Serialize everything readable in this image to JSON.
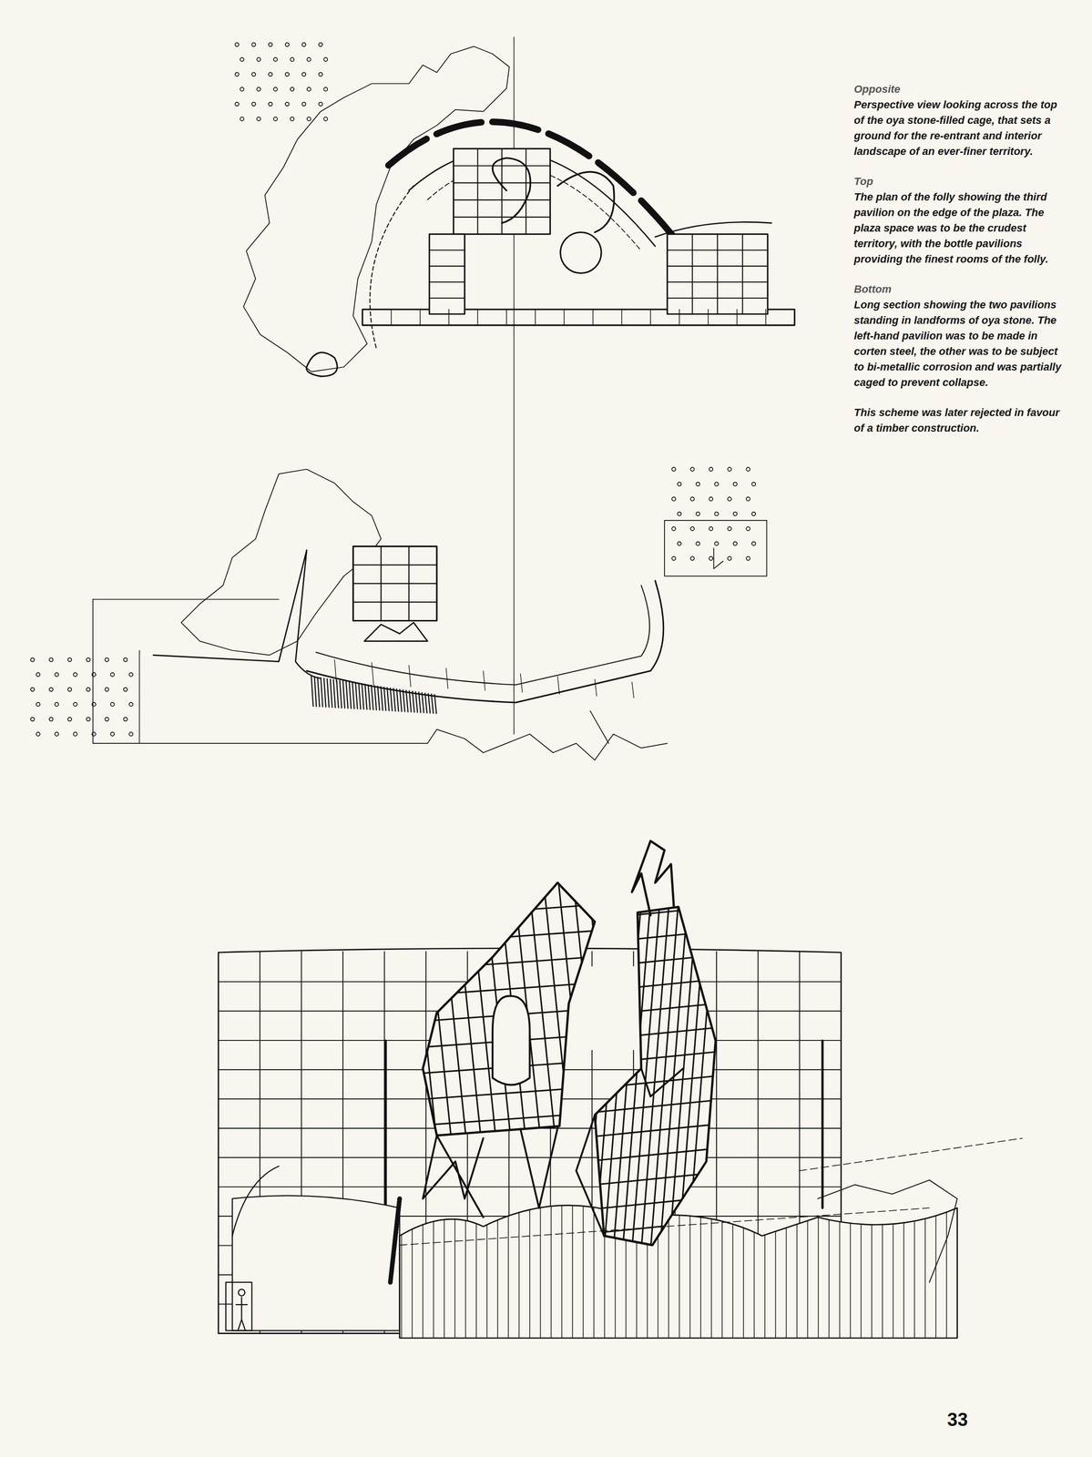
{
  "diagram": {
    "labels": [
      "Opposite",
      "Perspective view looking across the top of the oya stone-filled cage, that sets a ground for the re-entrant and interior landscape of an ever-finer territory.",
      "Top",
      "The plan of the folly showing the third pavilion on the edge of the plaza. The plaza space was to be the crudest territory, with the bottle pavilions providing the finest rooms of the folly.",
      "Bottom",
      "Long section showing the two pavilions standing in landforms of oya stone. The left-hand pavilion was to be made in corten steel, the other was to be subject to bi-metallic corrosion and was partially caged to prevent collapse.",
      "This scheme was later rejected in favour of a timber construction.",
      "33"
    ]
  }
}
